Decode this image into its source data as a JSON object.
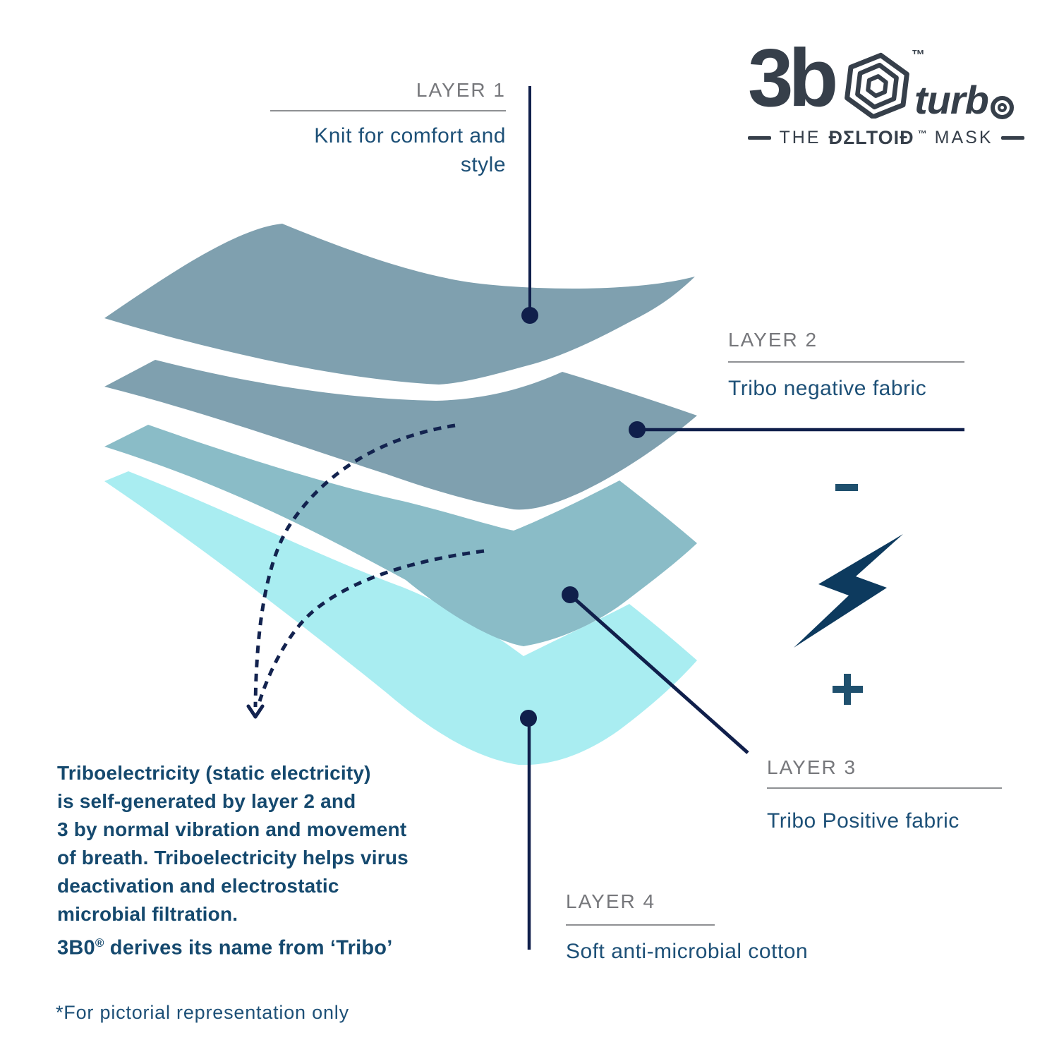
{
  "logo": {
    "brand": "3b",
    "zero_trademark": "™",
    "suffix": "turb",
    "suffix_o_icon": "bullseye-o",
    "tagline": {
      "the": "THE",
      "name": "ĐΣLTOIĐ",
      "trademark": "™",
      "mask": "MASK"
    }
  },
  "layers": [
    {
      "label": "LAYER 1",
      "caption": "Knit for comfort and style"
    },
    {
      "label": "LAYER 2",
      "caption": "Tribo negative fabric"
    },
    {
      "label": "LAYER 3",
      "caption": "Tribo Positive fabric"
    },
    {
      "label": "LAYER 4",
      "caption": "Soft anti-microbial cotton"
    }
  ],
  "polarity": {
    "negative": "−",
    "positive": "+"
  },
  "paragraph": {
    "lines": [
      "Triboelectricity (static electricity)",
      "is self-generated by layer 2 and",
      "3 by normal vibration and movement",
      "of breath. Triboelectricity helps virus",
      "deactivation and electrostatic",
      "microbial filtration."
    ]
  },
  "brand_note": {
    "brand": "3B0",
    "registered": "®",
    "text": " derives its name from ‘Tribo’"
  },
  "footnote": "*For pictorial representation only",
  "colors": {
    "sheet_top": "#7FA0AF",
    "sheet_second": "#7FA0AF",
    "sheet_third": "#8ABCC7",
    "sheet_bottom": "#A9EDF1",
    "leader_navy": "#101F4B",
    "dashed_navy": "#13234F",
    "label_gray": "#76777B",
    "underline_gray": "#8E9093",
    "caption_blue": "#1D5077",
    "paragraph_blue": "#15496E",
    "logo_slate": "#363F4A",
    "bolt_blue": "#0D3A5E",
    "sign_blue": "#1F506E",
    "background": "#FFFFFF"
  }
}
